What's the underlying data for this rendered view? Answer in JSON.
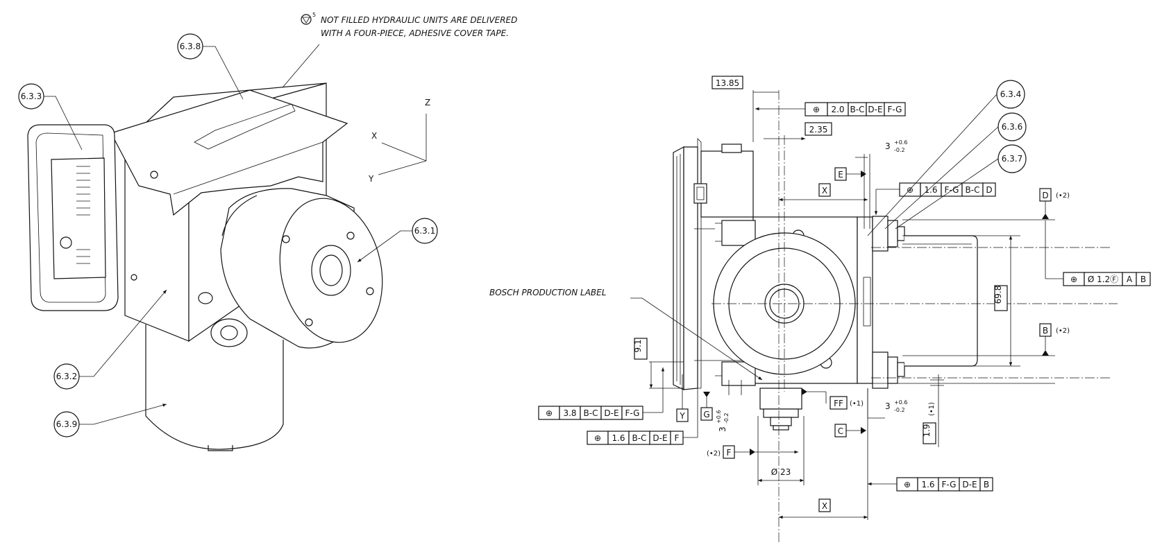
{
  "note": {
    "line1": "NOT FILLED HYDRAULIC UNITS ARE DELIVERED",
    "line2": "WITH A FOUR-PIECE, ADHESIVE COVER TAPE.",
    "symbol_index": "5"
  },
  "axes": {
    "x": "X",
    "y": "Y",
    "z": "Z"
  },
  "callouts": {
    "c638": "6.3.8",
    "c633": "6.3.3",
    "c631": "6.3.1",
    "c632": "6.3.2",
    "c639": "6.3.9",
    "c634": "6.3.4",
    "c636": "6.3.6",
    "c637": "6.3.7"
  },
  "label_text": "BOSCH PRODUCTION LABEL",
  "dims": {
    "d1385": "13.85",
    "d235": "2.35",
    "d698": "69.8",
    "d91": "9.1",
    "d19": "1.9",
    "d23": "Ø 23",
    "tol3": "3",
    "tol_plus": "+0.6",
    "tol_minus": "-0.2"
  },
  "datums": {
    "E": "E",
    "X1": "X",
    "X2": "X",
    "D": "D",
    "B": "B",
    "C": "C",
    "F": "F",
    "G": "G",
    "Y": "Y",
    "FF": "FF",
    "x2": "(•2)",
    "x1": "(•1)"
  },
  "fcf": {
    "f1": [
      "⊕",
      "2.0",
      "B-C",
      "D-E",
      "F-G"
    ],
    "f2": [
      "⊕",
      "1.6",
      "F-G",
      "B-C",
      "D"
    ],
    "f3": [
      "⊕",
      "Ø 1.2Ⓕ",
      "A",
      "B"
    ],
    "f4": [
      "⊕",
      "3.8",
      "B-C",
      "D-E",
      "F-G"
    ],
    "f5": [
      "⊕",
      "1.6",
      "B-C",
      "D-E",
      "F"
    ],
    "f6": [
      "⊕",
      "1.6",
      "F-G",
      "D-E",
      "B"
    ]
  }
}
